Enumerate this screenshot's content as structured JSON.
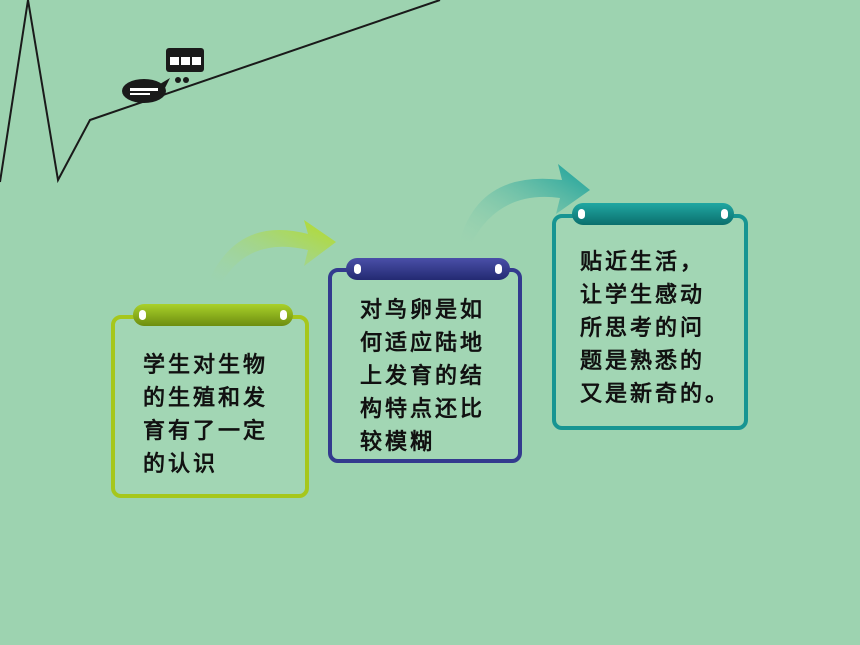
{
  "icons": {
    "chart_line": "zigzag-trend-line",
    "top_icon": "table-sign-icon",
    "bubble": "speech-bubble-icon"
  },
  "cards": [
    {
      "lines": [
        "学生对生物",
        "的生殖和发",
        "育有了一定",
        "的认识"
      ],
      "color": "#a6c71c"
    },
    {
      "lines": [
        "对鸟卵是如",
        "何适应陆地",
        "上发育的结",
        "构特点还比",
        "较模糊"
      ],
      "color": "#333a8e"
    },
    {
      "lines": [
        "贴近生活，",
        "让学生感动",
        "所思考的问",
        "题是熟悉的",
        "又是新奇的。"
      ],
      "color": "#179592"
    }
  ],
  "background": "#9dd3b0"
}
